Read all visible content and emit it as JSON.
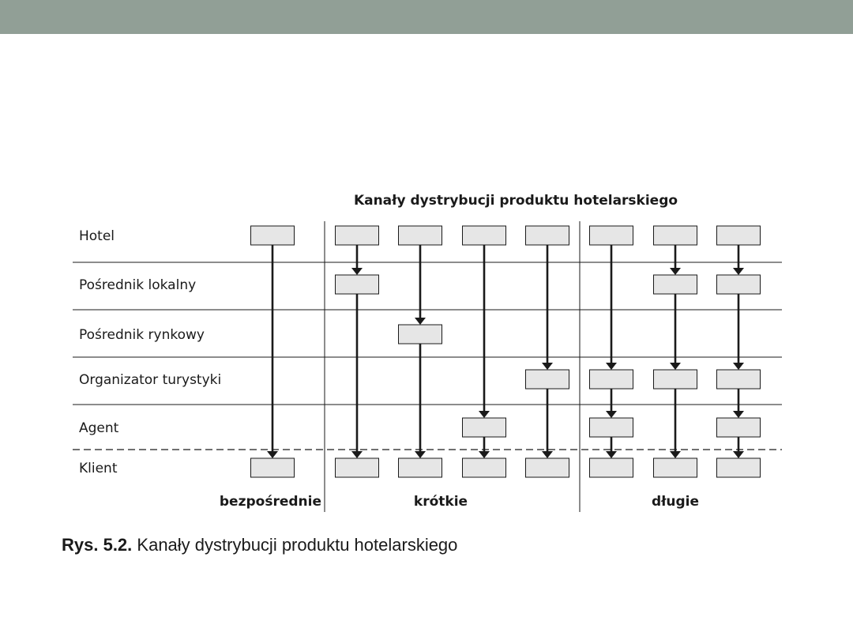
{
  "diagram": {
    "title": "Kanały dystrybucji produktu hotelarskiego",
    "rows": [
      {
        "id": "hotel",
        "label": "Hotel"
      },
      {
        "id": "lokalny",
        "label": "Pośrednik lokalny"
      },
      {
        "id": "rynkowy",
        "label": "Pośrednik rynkowy"
      },
      {
        "id": "organizator",
        "label": "Organizator turystyki"
      },
      {
        "id": "agent",
        "label": "Agent"
      },
      {
        "id": "klient",
        "label": "Klient"
      }
    ],
    "groups": [
      {
        "label": "bezpośrednie",
        "channels": [
          0
        ]
      },
      {
        "label": "krótkie",
        "channels": [
          1,
          2,
          3,
          4
        ]
      },
      {
        "label": "długie",
        "channels": [
          5,
          6,
          7
        ]
      }
    ],
    "channels": [
      {
        "path": [
          "hotel",
          "klient"
        ]
      },
      {
        "path": [
          "hotel",
          "lokalny",
          "klient"
        ]
      },
      {
        "path": [
          "hotel",
          "rynkowy",
          "klient"
        ]
      },
      {
        "path": [
          "hotel",
          "agent",
          "klient"
        ]
      },
      {
        "path": [
          "hotel",
          "organizator",
          "klient"
        ]
      },
      {
        "path": [
          "hotel",
          "organizator",
          "agent",
          "klient"
        ]
      },
      {
        "path": [
          "hotel",
          "lokalny",
          "organizator",
          "klient"
        ]
      },
      {
        "path": [
          "hotel",
          "lokalny",
          "organizator",
          "agent",
          "klient"
        ]
      }
    ]
  },
  "caption": {
    "number": "Rys. 5.2.",
    "text": "Kanały dystrybucji produktu hotelarskiego"
  },
  "colors": {
    "top_bar": "#919f96",
    "box_fill": "#e6e6e6",
    "stroke": "#1a1a1a"
  }
}
